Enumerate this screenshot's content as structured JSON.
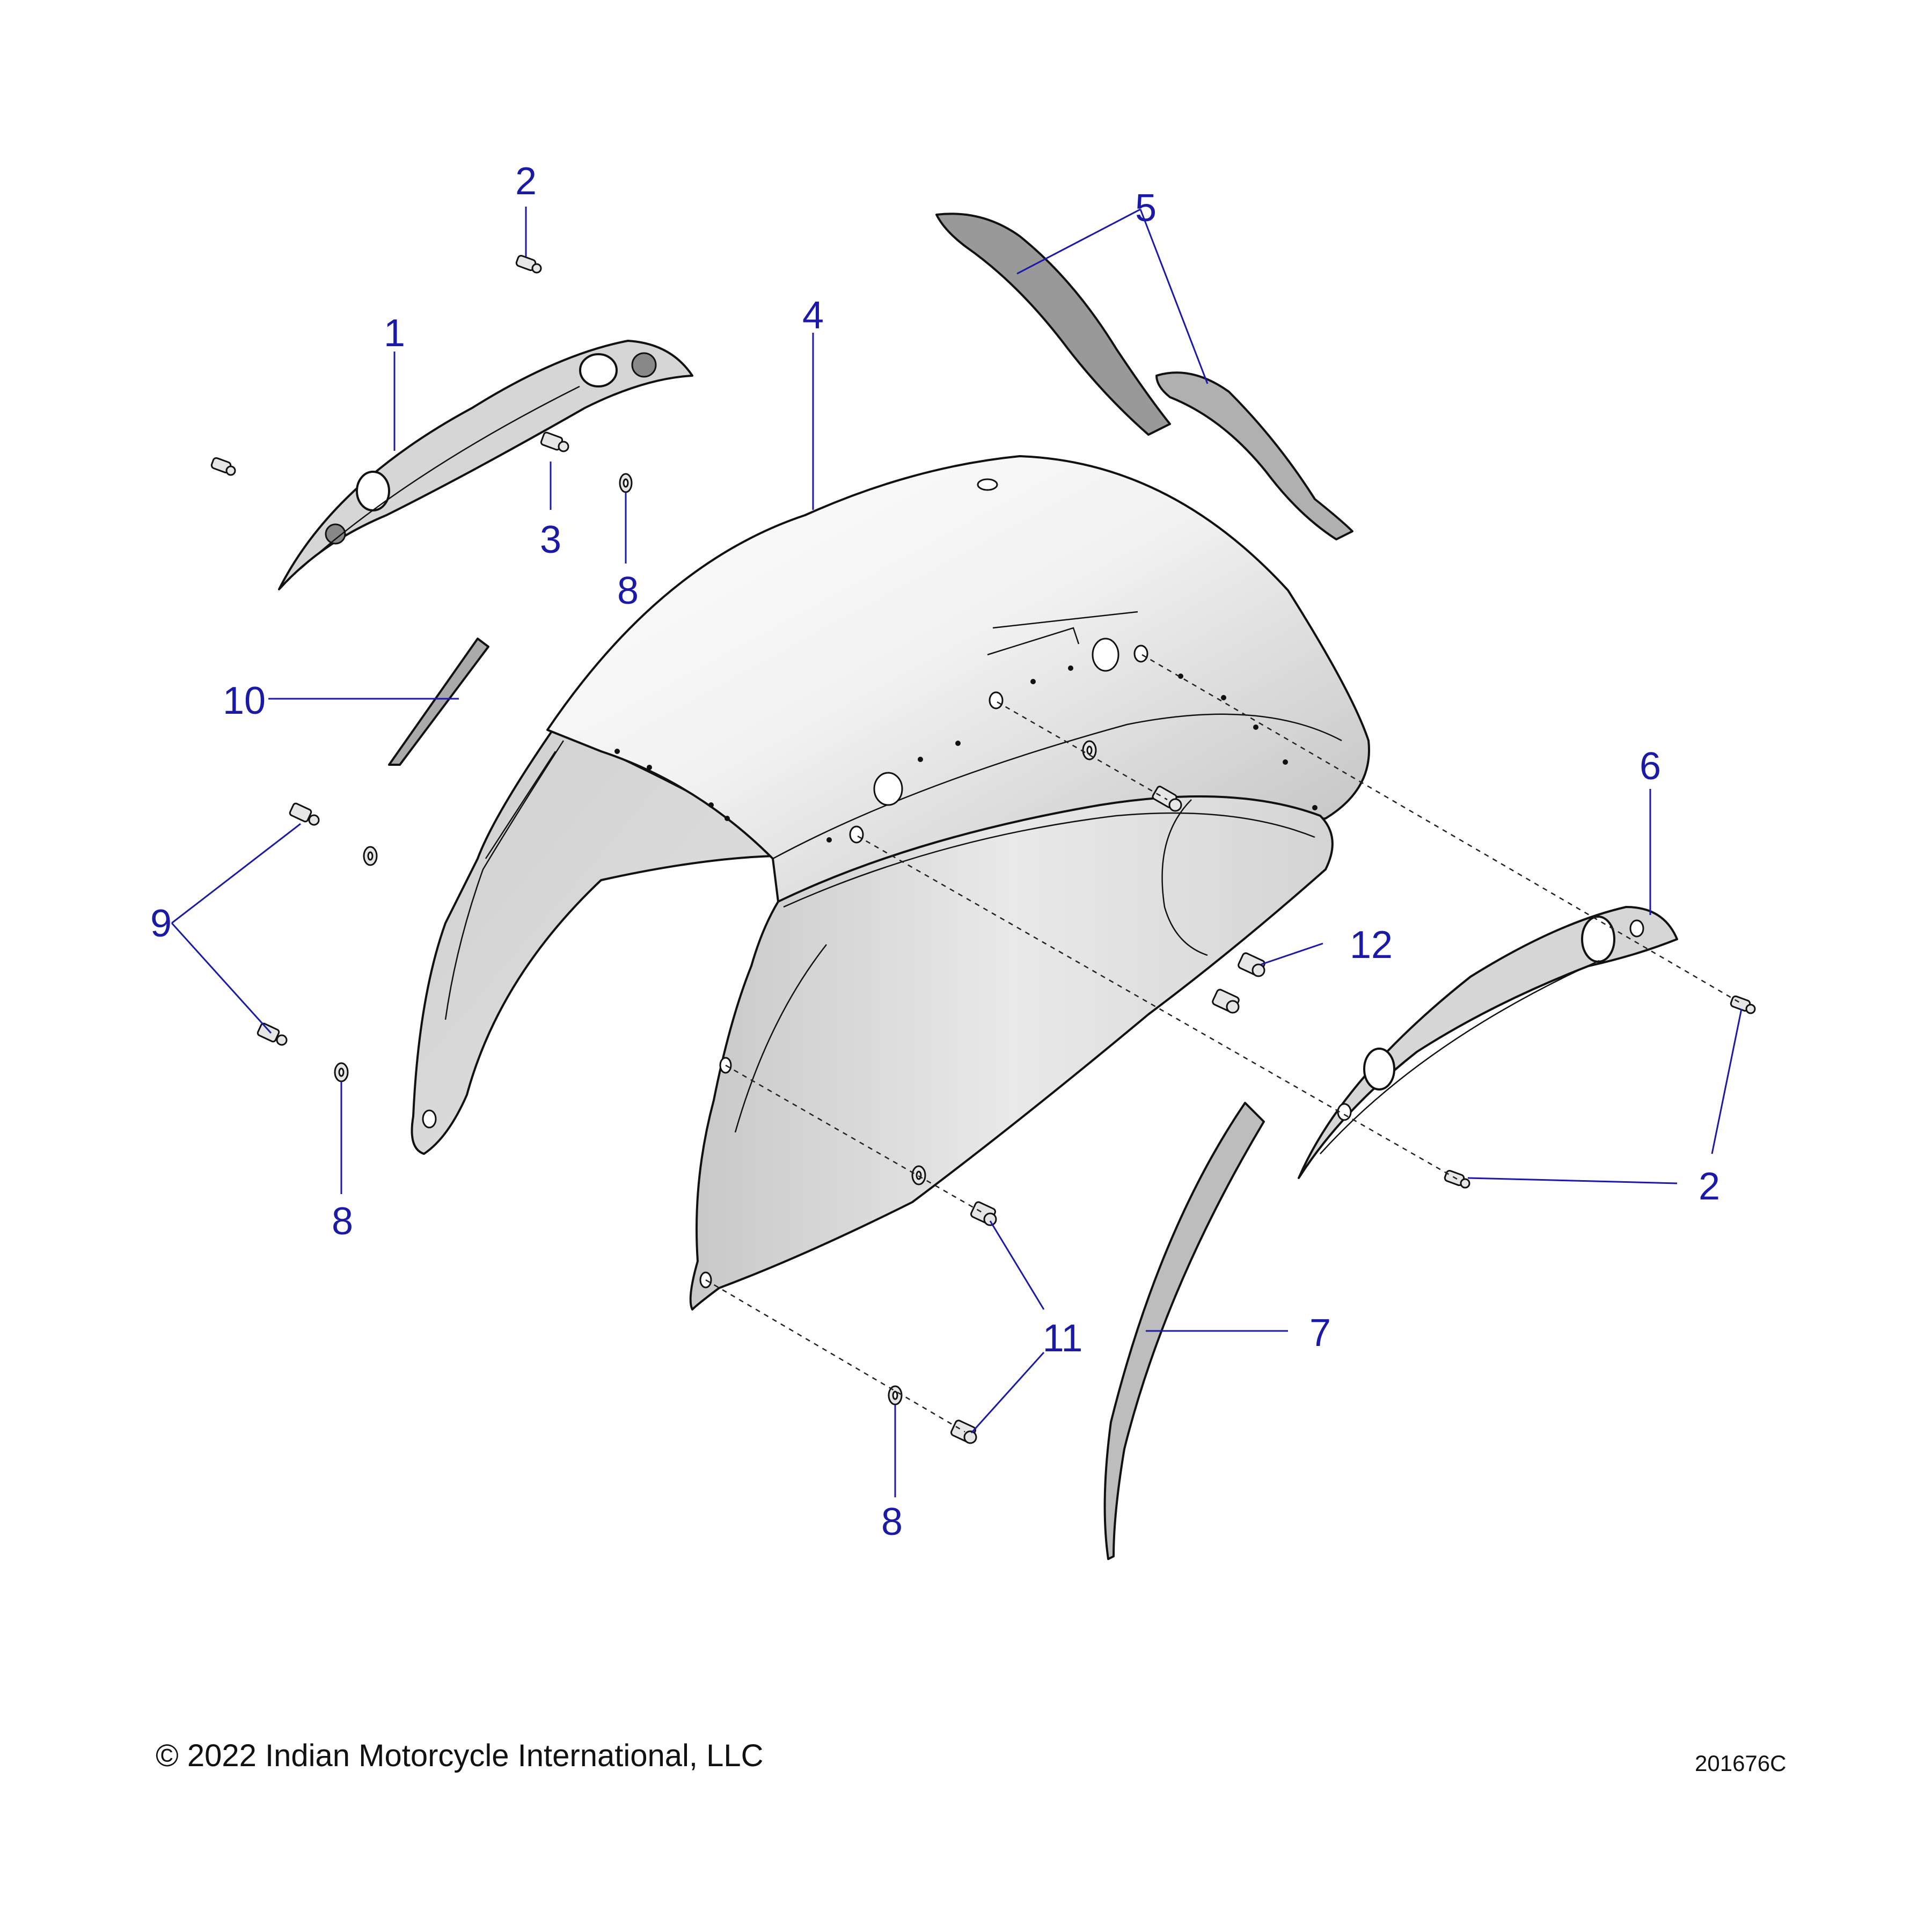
{
  "callouts": {
    "c1": "1",
    "c2_top": "2",
    "c2_right": "2",
    "c3": "3",
    "c4": "4",
    "c5": "5",
    "c6": "6",
    "c7": "7",
    "c8_top": "8",
    "c8_left": "8",
    "c8_bottom": "8",
    "c9": "9",
    "c10": "10",
    "c11": "11",
    "c12": "12"
  },
  "footer": {
    "copyright": "© 2022 Indian Motorcycle International, LLC",
    "drawing_id": "201676C"
  },
  "colors": {
    "callout": "#1a1aa6",
    "line": "#111111",
    "part_fill": "#d9d9d9"
  }
}
